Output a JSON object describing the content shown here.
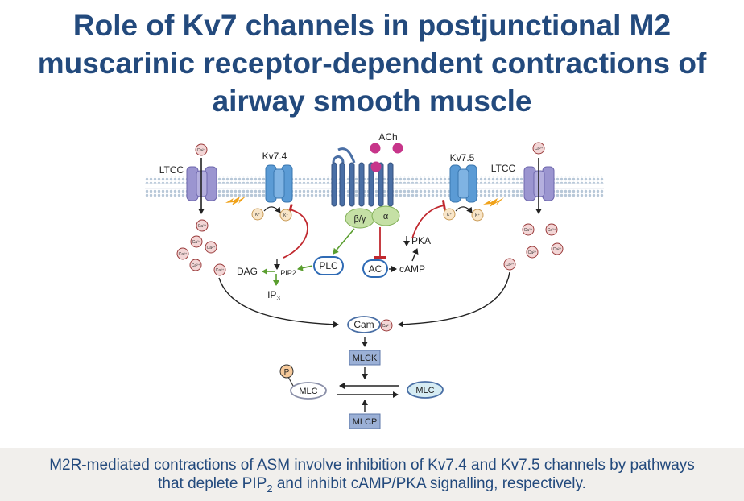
{
  "title": {
    "line1": "Role of Kv7 channels in postjunctional M2",
    "line2": "muscarinic receptor-dependent contractions of",
    "line3": "airway smooth muscle"
  },
  "diagram": {
    "ltcc_left": "LTCC",
    "ltcc_right": "LTCC",
    "kv74": "Kv7.4",
    "kv75": "Kv7.5",
    "ach": "ACh",
    "ca": "Ca²⁺",
    "k": "K⁺",
    "beta_gamma": "β/γ",
    "alpha": "α",
    "plc": "PLC",
    "ac": "AC",
    "camp": "cAMP",
    "pka": "PKA",
    "dag": "DAG",
    "pip2": "PIP2",
    "ip3": "IP",
    "ip3_sub": "3",
    "cam": "Cam",
    "mlck": "MLCK",
    "mlc_left": "MLC",
    "mlc_right": "MLC",
    "mlcp": "MLCP",
    "phospho": "P"
  },
  "caption": {
    "line1": "M2R-mediated contractions of ASM involve inhibition of Kv7.4 and Kv7.5 channels by pathways",
    "line2_a": "that deplete PIP",
    "line2_sub": "2",
    "line2_b": " and inhibit cAMP/PKA signalling, respectively."
  },
  "colors": {
    "title": "#234a7d",
    "kv_channel": "#5b9bd5",
    "ltcc": "#9b95d0",
    "receptor": "#4a6fa5",
    "ach": "#c7358a",
    "g_protein": "#c5e0a5",
    "inhibition": "#c0282e",
    "activation": "#5a9e2f",
    "calcium": "#f3d6d6",
    "potassium": "#f8e5c8",
    "mlck_box": "#9bb0d6",
    "mlc_right": "#d6ecf3"
  }
}
